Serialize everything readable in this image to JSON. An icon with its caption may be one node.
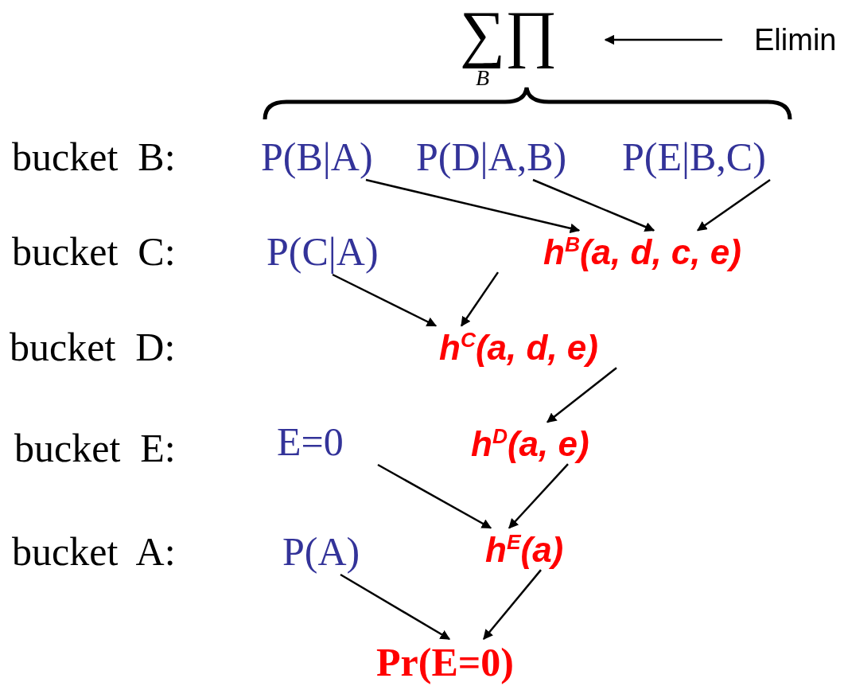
{
  "diagram": {
    "nodes": [
      {
        "text": [
          "P(B|A)"
        ]
      },
      {
        "text": [
          "P(D|A,B)"
        ]
      },
      {
        "text": [
          "P(E|B,C)"
        ]
      },
      {
        "text": [
          "P(C|A)"
        ]
      },
      {
        "text": [
          "h$^{B}$(a, d, c, e)"
        ]
      },
      {
        "text": [
          "h$^{C}$(a, d, e)"
        ]
      },
      {
        "text": [
          "E=0"
        ]
      },
      {
        "text": [
          "h$^{D}$(a, e)"
        ]
      },
      {
        "text": [
          "P(A)"
        ]
      },
      {
        "text": [
          "h$^{E}$(a)"
        ]
      },
      {
        "text": [
          "Pr(E=0)"
        ]
      },
      {
        "text": [
          "Elimin"
        ]
      },
      {
        "text": [
          "∑∏"
        ],
        "beside": [
          "B"
        ]
      }
    ],
    "edges": [
      {
        "from": 0,
        "to": 4,
        "arrow": "to"
      },
      {
        "from": 1,
        "to": 4,
        "arrow": "to"
      },
      {
        "from": 2,
        "to": 4,
        "arrow": "to"
      },
      {
        "from": 3,
        "to": 5,
        "arrow": "to"
      },
      {
        "from": 4,
        "to": 5,
        "arrow": "to"
      },
      {
        "from": 5,
        "to": 7,
        "arrow": "to"
      },
      {
        "from": 6,
        "to": 9,
        "arrow": "to"
      },
      {
        "from": 7,
        "to": 9,
        "arrow": "to"
      },
      {
        "from": 8,
        "to": 10,
        "arrow": "to"
      },
      {
        "from": 9,
        "to": 10,
        "arrow": "to"
      },
      {
        "from": 11,
        "to": 12,
        "arrow": "to"
      }
    ],
    "labels": [
      "bucket  B:",
      "bucket  C:",
      "bucket  D:",
      "bucket  E:",
      "bucket  A:"
    ]
  }
}
